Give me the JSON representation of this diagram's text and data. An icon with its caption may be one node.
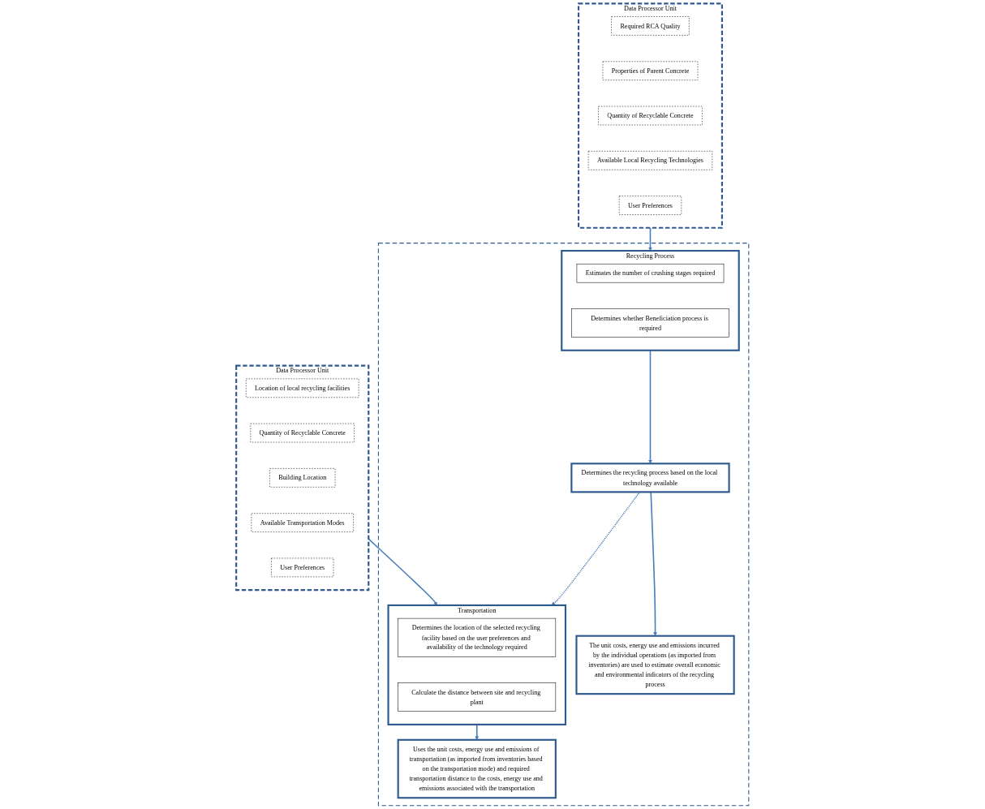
{
  "diagram": {
    "nodes": [
      {
        "text": [
          "Data Processor Unit"
        ]
      },
      {
        "text": [
          "Required RCA Quality"
        ],
        "in": 0
      },
      {
        "text": [
          "Properties of Parent Concrete"
        ],
        "in": 0
      },
      {
        "text": [
          "Quantity of Recyclable Concrete"
        ],
        "in": 0
      },
      {
        "text": [
          "Available Local Recycling Technologies"
        ],
        "in": 0
      },
      {
        "text": [
          "User Preferences"
        ],
        "in": 0
      },
      {
        "text": [
          "Data Processor Unit"
        ]
      },
      {
        "text": [
          "Location of local recycling facilities"
        ],
        "in": 6
      },
      {
        "text": [
          "Quantity of Recyclable Concrete"
        ],
        "in": 6
      },
      {
        "text": [
          "Building Location"
        ],
        "in": 6
      },
      {
        "text": [
          "Available Transportation Modes"
        ],
        "in": 6
      },
      {
        "text": [
          "User Preferences"
        ],
        "in": 6
      },
      {
        "text": [],
        "shape": "box"
      },
      {
        "text": [
          "Recycling Process"
        ],
        "in": 12
      },
      {
        "text": [
          "Estimates the number of crushing stages required"
        ],
        "in": 13
      },
      {
        "text": [
          "Determines whether Beneficiation process is required"
        ],
        "in": 13
      },
      {
        "text": [
          "Determines the recycling process based on the local technology available"
        ],
        "in": 12
      },
      {
        "text": [
          "The unit costs, energy use and emissions incurred by the individual operations (as imported from inventories) are used to estimate overall economic and environmental indicators of the recycling process"
        ],
        "in": 12
      },
      {
        "text": [
          "Transportation"
        ],
        "in": 12
      },
      {
        "text": [
          "Determines the location of the selected recycling facility based on the user preferences and availability of the technology required"
        ],
        "in": 18
      },
      {
        "text": [
          "Calculate the distance between site and recycling plant"
        ],
        "in": 18
      },
      {
        "text": [
          "Uses the unit costs, energy use and emissions of transportation (as imported from inventories based on the transportation mode) and required transportation distance to the costs, energy use and emissions associated with the transportation"
        ],
        "in": 12
      }
    ],
    "edges": [
      {
        "from": 0,
        "to": 13,
        "arrow": "to"
      },
      {
        "from": 6,
        "to": 18,
        "arrow": "to"
      },
      {
        "from": 13,
        "to": 16,
        "arrow": "to"
      },
      {
        "from": 16,
        "to": 17,
        "arrow": "to"
      },
      {
        "from": 16,
        "to": 18,
        "arrow": "to",
        "style": "dashed"
      },
      {
        "from": 18,
        "to": 21,
        "arrow": "to"
      }
    ]
  }
}
